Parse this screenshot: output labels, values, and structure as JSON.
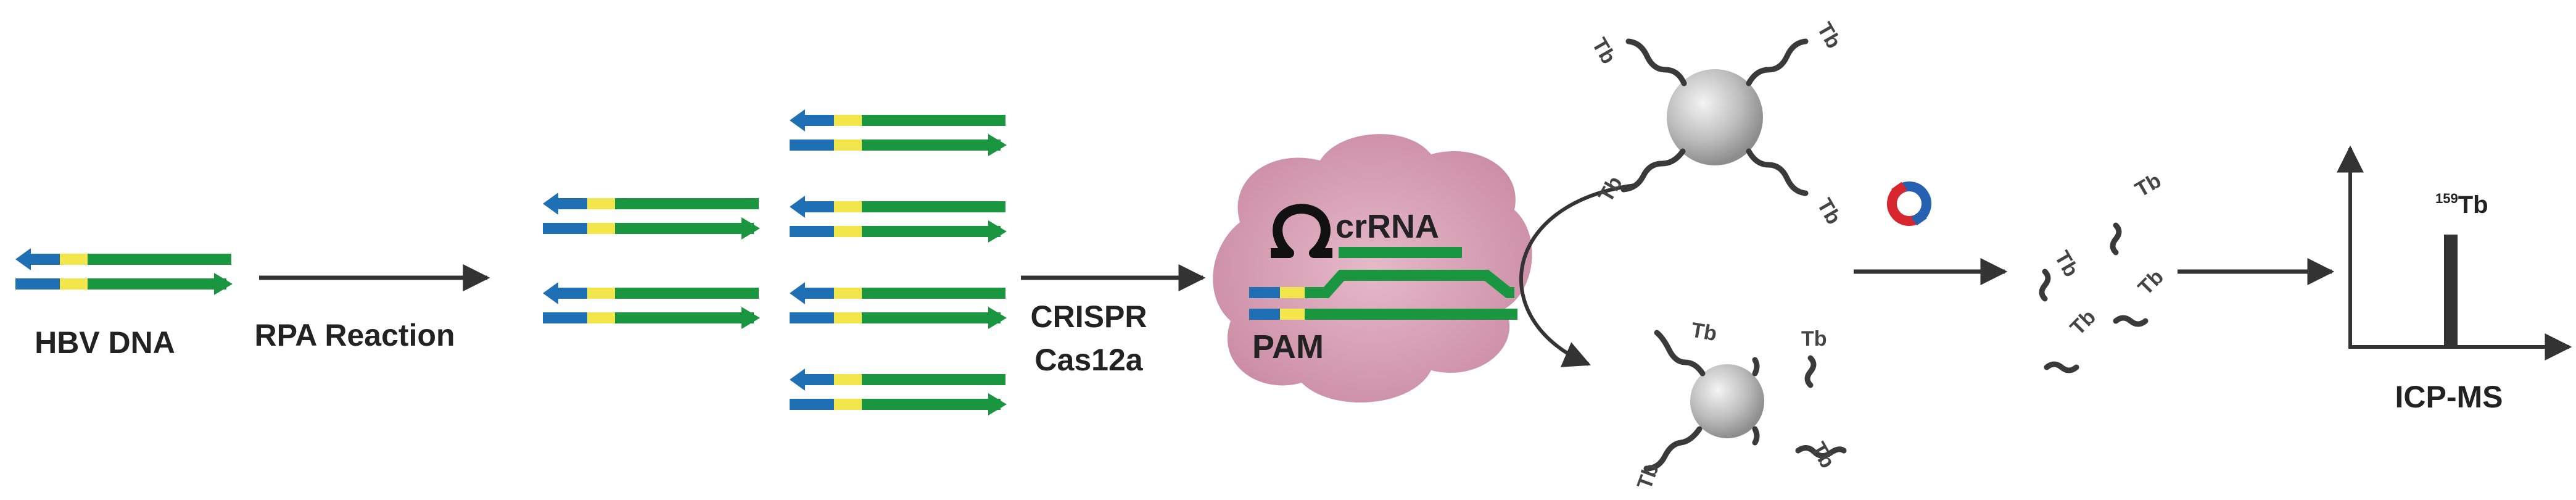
{
  "labels": {
    "hbv_dna": "HBV DNA",
    "rpa_reaction": "RPA Reaction",
    "crispr": "CRISPR",
    "cas12a": "Cas12a",
    "crrna": "crRNA",
    "pam": "PAM",
    "icp_ms": "ICP-MS",
    "tb": "Tb",
    "isotope_mass": "159",
    "isotope_symbol": "Tb"
  },
  "colors": {
    "strand_green": "#1a9641",
    "strand_blue": "#1f6fb4",
    "strand_yellow": "#f2e64a",
    "arrow": "#333333",
    "protein_blob": "#d79bb2",
    "bead": "#b9b9b9",
    "magnet_red": "#d8262e",
    "magnet_blue": "#2660b0",
    "spectrum_peak": "#333333"
  },
  "icons": {
    "magnet": "magnet-icon",
    "nanoparticle": "nanoparticle-bead-icon",
    "crrna_loop": "omega-loop-icon"
  }
}
